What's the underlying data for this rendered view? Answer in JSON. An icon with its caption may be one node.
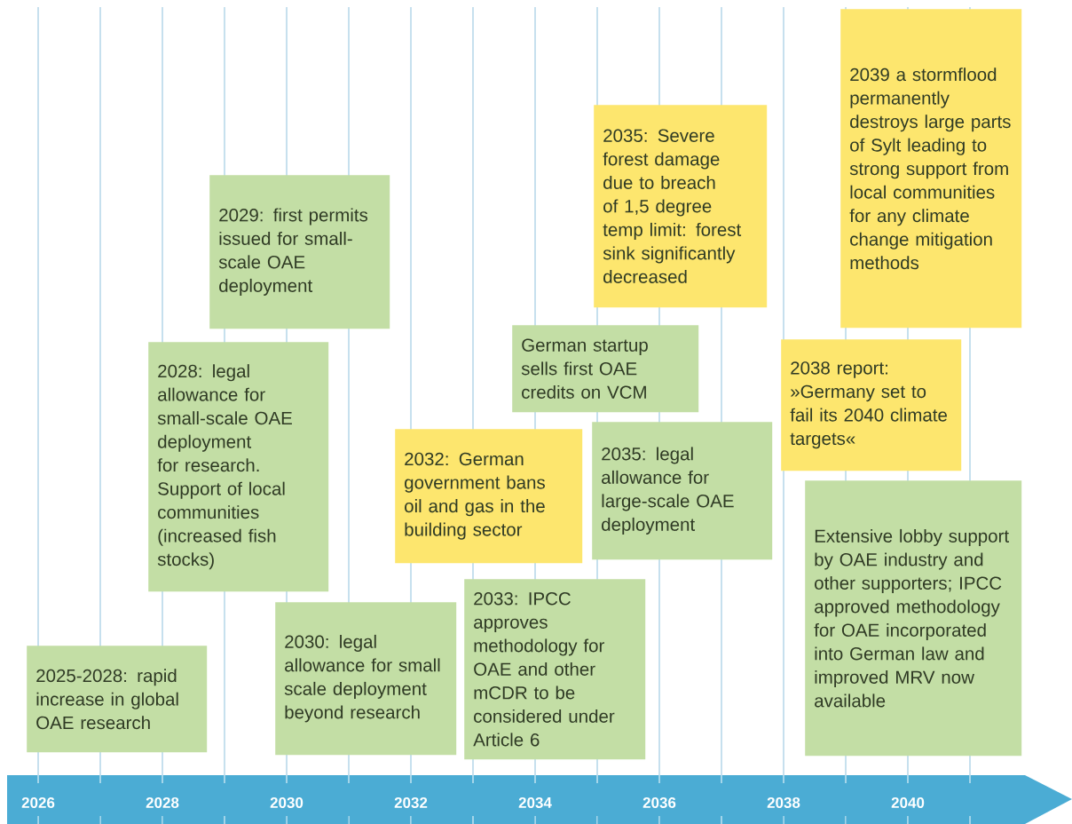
{
  "diagram": {
    "nodes": [
      {
        "text": [
          "2025-2028: rapid increase in global OAE research"
        ]
      },
      {
        "text": [
          "2028: legal allowance for small-scale OAE deployment for research. Support of local communities (increased fish stocks)"
        ]
      },
      {
        "text": [
          "2029: first permits issued for small-scale OAE deployment"
        ]
      },
      {
        "text": [
          "2030: legal allowance for small scale deployment beyond research"
        ]
      },
      {
        "text": [
          "2032: German government bans oil and gas in the building sector"
        ]
      },
      {
        "text": [
          "2033: IPCC approves methodology for OAE and other mCDR to be considered under Article 6"
        ]
      },
      {
        "text": [
          "German startup sells first OAE credits on VCM"
        ]
      },
      {
        "text": [
          "2035: Severe forest damage due to breach of 1,5 degree temp limit: forest sink significantly decreased"
        ]
      },
      {
        "text": [
          "2035: legal allowance for large-scale OAE deployment"
        ]
      },
      {
        "text": [
          "2039 a stormflood permanently destroys large parts of Sylt leading to strong support from local communities for any climate change mitigation methods"
        ]
      },
      {
        "text": [
          "2038 report: »Germany set to fail its 2040 climate targets«"
        ]
      },
      {
        "text": [
          "Extensive lobby support by OAE industry and other supporters; IPCC approved methodology for OAE incorporated into German law and improved MRV now available"
        ]
      }
    ],
    "labels": [
      "2026",
      "2028",
      "2030",
      "2032",
      "2034",
      "2036",
      "2038",
      "2040"
    ]
  }
}
